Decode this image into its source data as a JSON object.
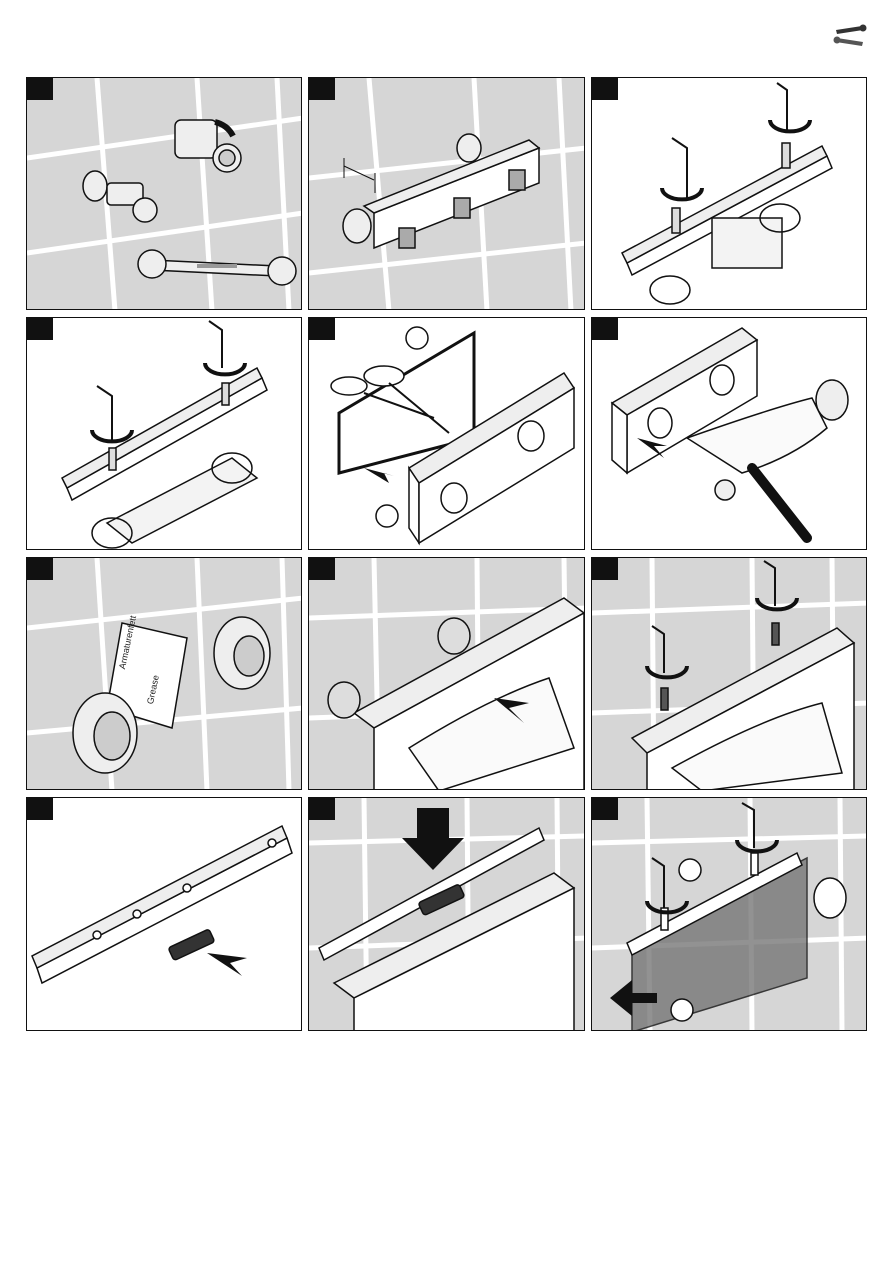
{
  "header": {
    "icon": "wrench-tools-icon"
  },
  "panels": [
    {
      "id": 1,
      "scene": "tiles-wrench-fittings"
    },
    {
      "id": 2,
      "scene": "tiles-bar-with-spacer"
    },
    {
      "id": 3,
      "scene": "bracket-with-hex-keys"
    },
    {
      "id": 4,
      "scene": "bracket-hex-keys-clamp"
    },
    {
      "id": 5,
      "scene": "scissors-cut-template"
    },
    {
      "id": 6,
      "scene": "cover-plate-mixer"
    },
    {
      "id": 7,
      "scene": "grease-packet-fittings"
    },
    {
      "id": 8,
      "scene": "tiles-valve-insert"
    },
    {
      "id": 9,
      "scene": "tiles-valve-hex-keys"
    },
    {
      "id": 10,
      "scene": "rail-with-bolt"
    },
    {
      "id": 11,
      "scene": "tiles-rail-press-down"
    },
    {
      "id": 12,
      "scene": "tiles-rail-final-fit"
    }
  ],
  "grease_packet": {
    "line1": "Armaturenfett",
    "line2": "Grease"
  },
  "colors": {
    "tile": "#d6d6d6",
    "grout": "#ffffff",
    "ink": "#111111",
    "step_badge": "#111111"
  }
}
